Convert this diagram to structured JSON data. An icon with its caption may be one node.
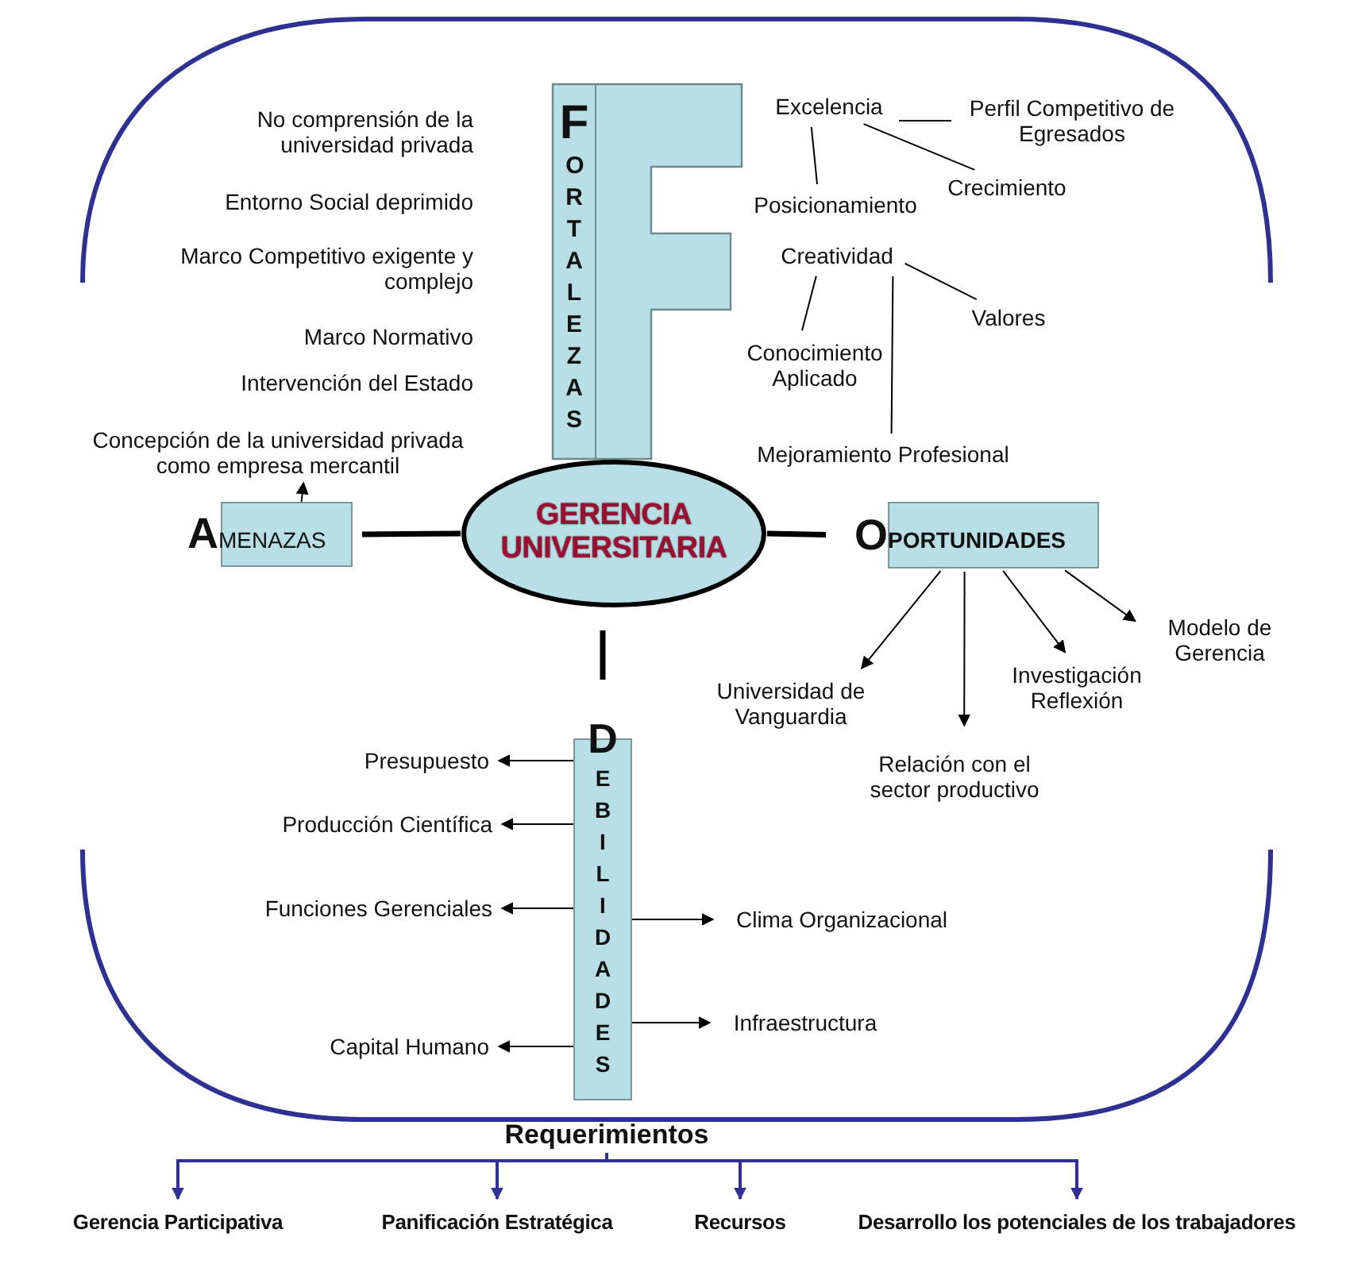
{
  "diagram": {
    "nodes": [
      {
        "text": [
          "FORTALEZAS"
        ]
      },
      {
        "text": [
          "GERENCIA UNIVERSITARIA"
        ]
      },
      {
        "text": [
          "AMENAZAS"
        ]
      },
      {
        "text": [
          "OPORTUNIDADES"
        ]
      },
      {
        "text": [
          "DEBILIDADES"
        ]
      },
      {
        "text": [
          "No comprensión de la universidad privada"
        ]
      },
      {
        "text": [
          "Entorno Social deprimido"
        ]
      },
      {
        "text": [
          "Marco Competitivo exigente y complejo"
        ]
      },
      {
        "text": [
          "Marco Normativo"
        ]
      },
      {
        "text": [
          "Intervención del Estado"
        ]
      },
      {
        "text": [
          "Concepción de la universidad privada como empresa mercantil"
        ]
      },
      {
        "text": [
          "Excelencia"
        ]
      },
      {
        "text": [
          "Perfil Competitivo de Egresados"
        ]
      },
      {
        "text": [
          "Posicionamiento"
        ]
      },
      {
        "text": [
          "Crecimiento"
        ]
      },
      {
        "text": [
          "Creatividad"
        ]
      },
      {
        "text": [
          "Conocimiento Aplicado"
        ]
      },
      {
        "text": [
          "Valores"
        ]
      },
      {
        "text": [
          "Mejoramiento Profesional"
        ]
      },
      {
        "text": [
          "Universidad de Vanguardia"
        ]
      },
      {
        "text": [
          "Relación con el sector productivo"
        ]
      },
      {
        "text": [
          "Investigación Reflexión"
        ]
      },
      {
        "text": [
          "Modelo de Gerencia"
        ]
      },
      {
        "text": [
          "Presupuesto"
        ]
      },
      {
        "text": [
          "Producción Científica"
        ]
      },
      {
        "text": [
          "Funciones Gerenciales"
        ]
      },
      {
        "text": [
          "Capital Humano"
        ]
      },
      {
        "text": [
          "Clima Organizacional"
        ]
      },
      {
        "text": [
          "Infraestructura"
        ]
      },
      {
        "text": [
          "Requerimientos"
        ]
      },
      {
        "text": [
          "Gerencia Participativa"
        ]
      },
      {
        "text": [
          "Panificación Estratégica"
        ]
      },
      {
        "text": [
          "Recursos"
        ]
      },
      {
        "text": [
          "Desarrollo los potenciales de los trabajadores"
        ]
      }
    ],
    "edges": [
      {
        "from": 2,
        "to": 10,
        "arrow": "to"
      },
      {
        "from": 2,
        "to": 1,
        "arrow": "none",
        "style": "thick"
      },
      {
        "from": 1,
        "to": 3,
        "arrow": "none",
        "style": "thick"
      },
      {
        "from": 1,
        "to": 4,
        "arrow": "none",
        "style": "thick"
      },
      {
        "from": 11,
        "to": 12,
        "arrow": "none"
      },
      {
        "from": 11,
        "to": 13,
        "arrow": "none"
      },
      {
        "from": 11,
        "to": 14,
        "arrow": "none"
      },
      {
        "from": 15,
        "to": 16,
        "arrow": "none"
      },
      {
        "from": 15,
        "to": 17,
        "arrow": "none"
      },
      {
        "from": 15,
        "to": 18,
        "arrow": "none"
      },
      {
        "from": 3,
        "to": 19,
        "arrow": "to"
      },
      {
        "from": 3,
        "to": 20,
        "arrow": "to"
      },
      {
        "from": 3,
        "to": 21,
        "arrow": "to"
      },
      {
        "from": 3,
        "to": 22,
        "arrow": "to"
      },
      {
        "from": 4,
        "to": 23,
        "arrow": "to"
      },
      {
        "from": 4,
        "to": 24,
        "arrow": "to"
      },
      {
        "from": 4,
        "to": 25,
        "arrow": "to"
      },
      {
        "from": 4,
        "to": 26,
        "arrow": "to"
      },
      {
        "from": 4,
        "to": 27,
        "arrow": "to"
      },
      {
        "from": 4,
        "to": 28,
        "arrow": "to"
      },
      {
        "from": 29,
        "to": 30,
        "arrow": "to",
        "color": "#2e3192"
      },
      {
        "from": 29,
        "to": 31,
        "arrow": "to",
        "color": "#2e3192"
      },
      {
        "from": 29,
        "to": 32,
        "arrow": "to",
        "color": "#2e3192"
      },
      {
        "from": 29,
        "to": 33,
        "arrow": "to",
        "color": "#2e3192"
      }
    ]
  }
}
